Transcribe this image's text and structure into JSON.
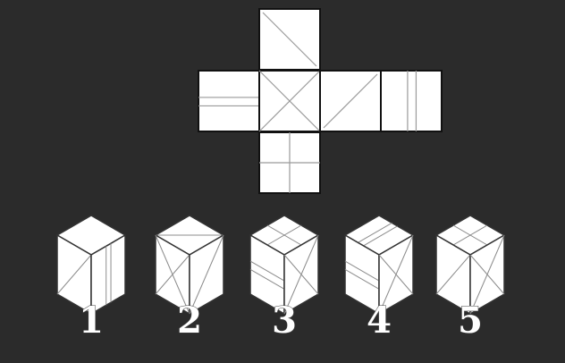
{
  "net": {
    "faces": [
      {
        "name": "top",
        "pattern": "diag-tl-br"
      },
      {
        "name": "left",
        "pattern": "two-horizontal"
      },
      {
        "name": "center",
        "pattern": "x-cross"
      },
      {
        "name": "right",
        "pattern": "diag-bl-tr"
      },
      {
        "name": "far-right",
        "pattern": "two-vertical"
      },
      {
        "name": "bottom",
        "pattern": "plus-cross"
      }
    ]
  },
  "options": [
    {
      "label": "1",
      "top": "none",
      "left": "diag",
      "right": "two-vertical"
    },
    {
      "label": "2",
      "top": "diag",
      "left": "x-cross",
      "right": "diag"
    },
    {
      "label": "3",
      "top": "plus-cross",
      "left": "two-horizontal",
      "right": "x-cross"
    },
    {
      "label": "4",
      "top": "two-lines",
      "left": "two-horizontal",
      "right": "x-cross"
    },
    {
      "label": "5",
      "top": "plus-cross",
      "left": "diag",
      "right": "x-cross"
    }
  ]
}
